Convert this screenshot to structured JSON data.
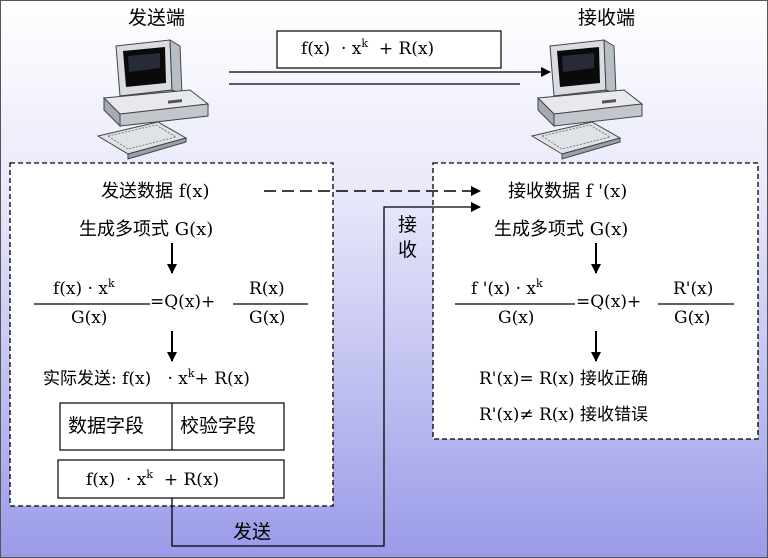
{
  "sender": {
    "title": "发送端",
    "data_label": "发送数据 f(x)",
    "gen_poly": "生成多项式 G(x)",
    "frac_num": "f(x) · x",
    "frac_num_sup": "k",
    "frac_den": "G(x)",
    "frac_eq": "=Q(x)+",
    "rem_num": "R(x)",
    "rem_den": "G(x)",
    "actual_prefix": "实际发送: f(x)",
    "actual_mid": "· x",
    "actual_sup": "k",
    "actual_suffix": "+ R(x)",
    "field_data": "数据字段",
    "field_check": "校验字段",
    "frame_prefix": "f(x)",
    "frame_mid": "· x",
    "frame_sup": "k",
    "frame_suffix": "+ R(x)"
  },
  "channel": {
    "top_prefix": "f(x)",
    "top_mid": "· x",
    "top_sup": "k",
    "top_suffix": "+ R(x)",
    "send_label": "发送",
    "receive_label": "接收"
  },
  "receiver": {
    "title": "接收端",
    "data_label": "接收数据 f '(x)",
    "gen_poly": "生成多项式 G(x)",
    "frac_num": "f '(x) · x",
    "frac_num_sup": "k",
    "frac_den": "G(x)",
    "frac_eq": "=Q(x)+",
    "rem_num": "R'(x)",
    "rem_den": "G(x)",
    "correct": "R'(x)= R(x)  接收正确",
    "error": "R'(x)≠ R(x) 接收错误"
  },
  "icons": [
    "computer-icon",
    "computer-icon"
  ],
  "colors": {
    "bg_top": "#ffffff",
    "bg_bottom": "#9a9ae8",
    "box": "#ffffff",
    "line": "#000000"
  }
}
